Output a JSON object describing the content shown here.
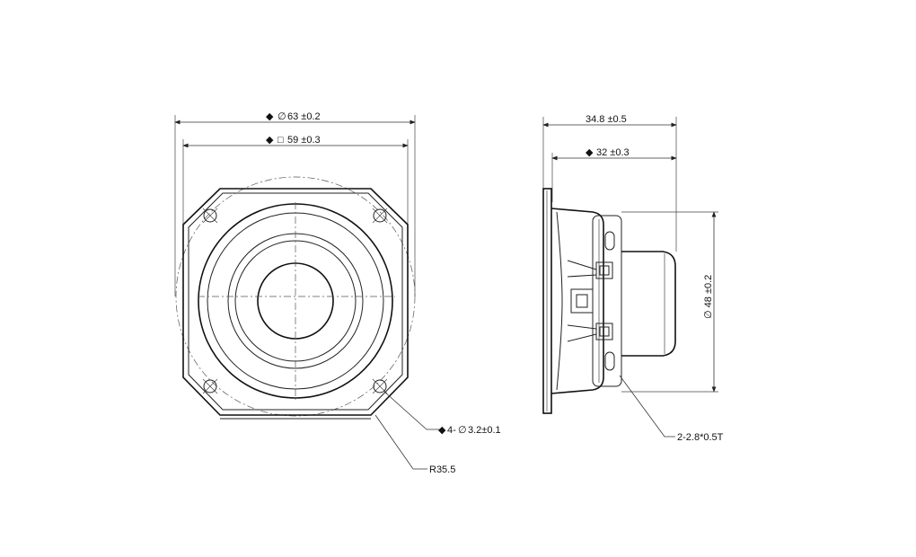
{
  "front_view": {
    "dims": {
      "outer_diameter": "63 ±0.2",
      "square": "59 ±0.3",
      "mount_holes": "4-",
      "mount_hole_size": "3.2±0.1",
      "radius": "R35.5"
    },
    "symbols": {
      "key_mark": "◆",
      "diameter": "∅",
      "square": "□"
    }
  },
  "side_view": {
    "dims": {
      "depth": "34.8 ±0.5",
      "body_depth": "32 ±0.3",
      "body_diameter": "48 ±0.2",
      "terminal": "2-2.8*0.5T"
    }
  }
}
